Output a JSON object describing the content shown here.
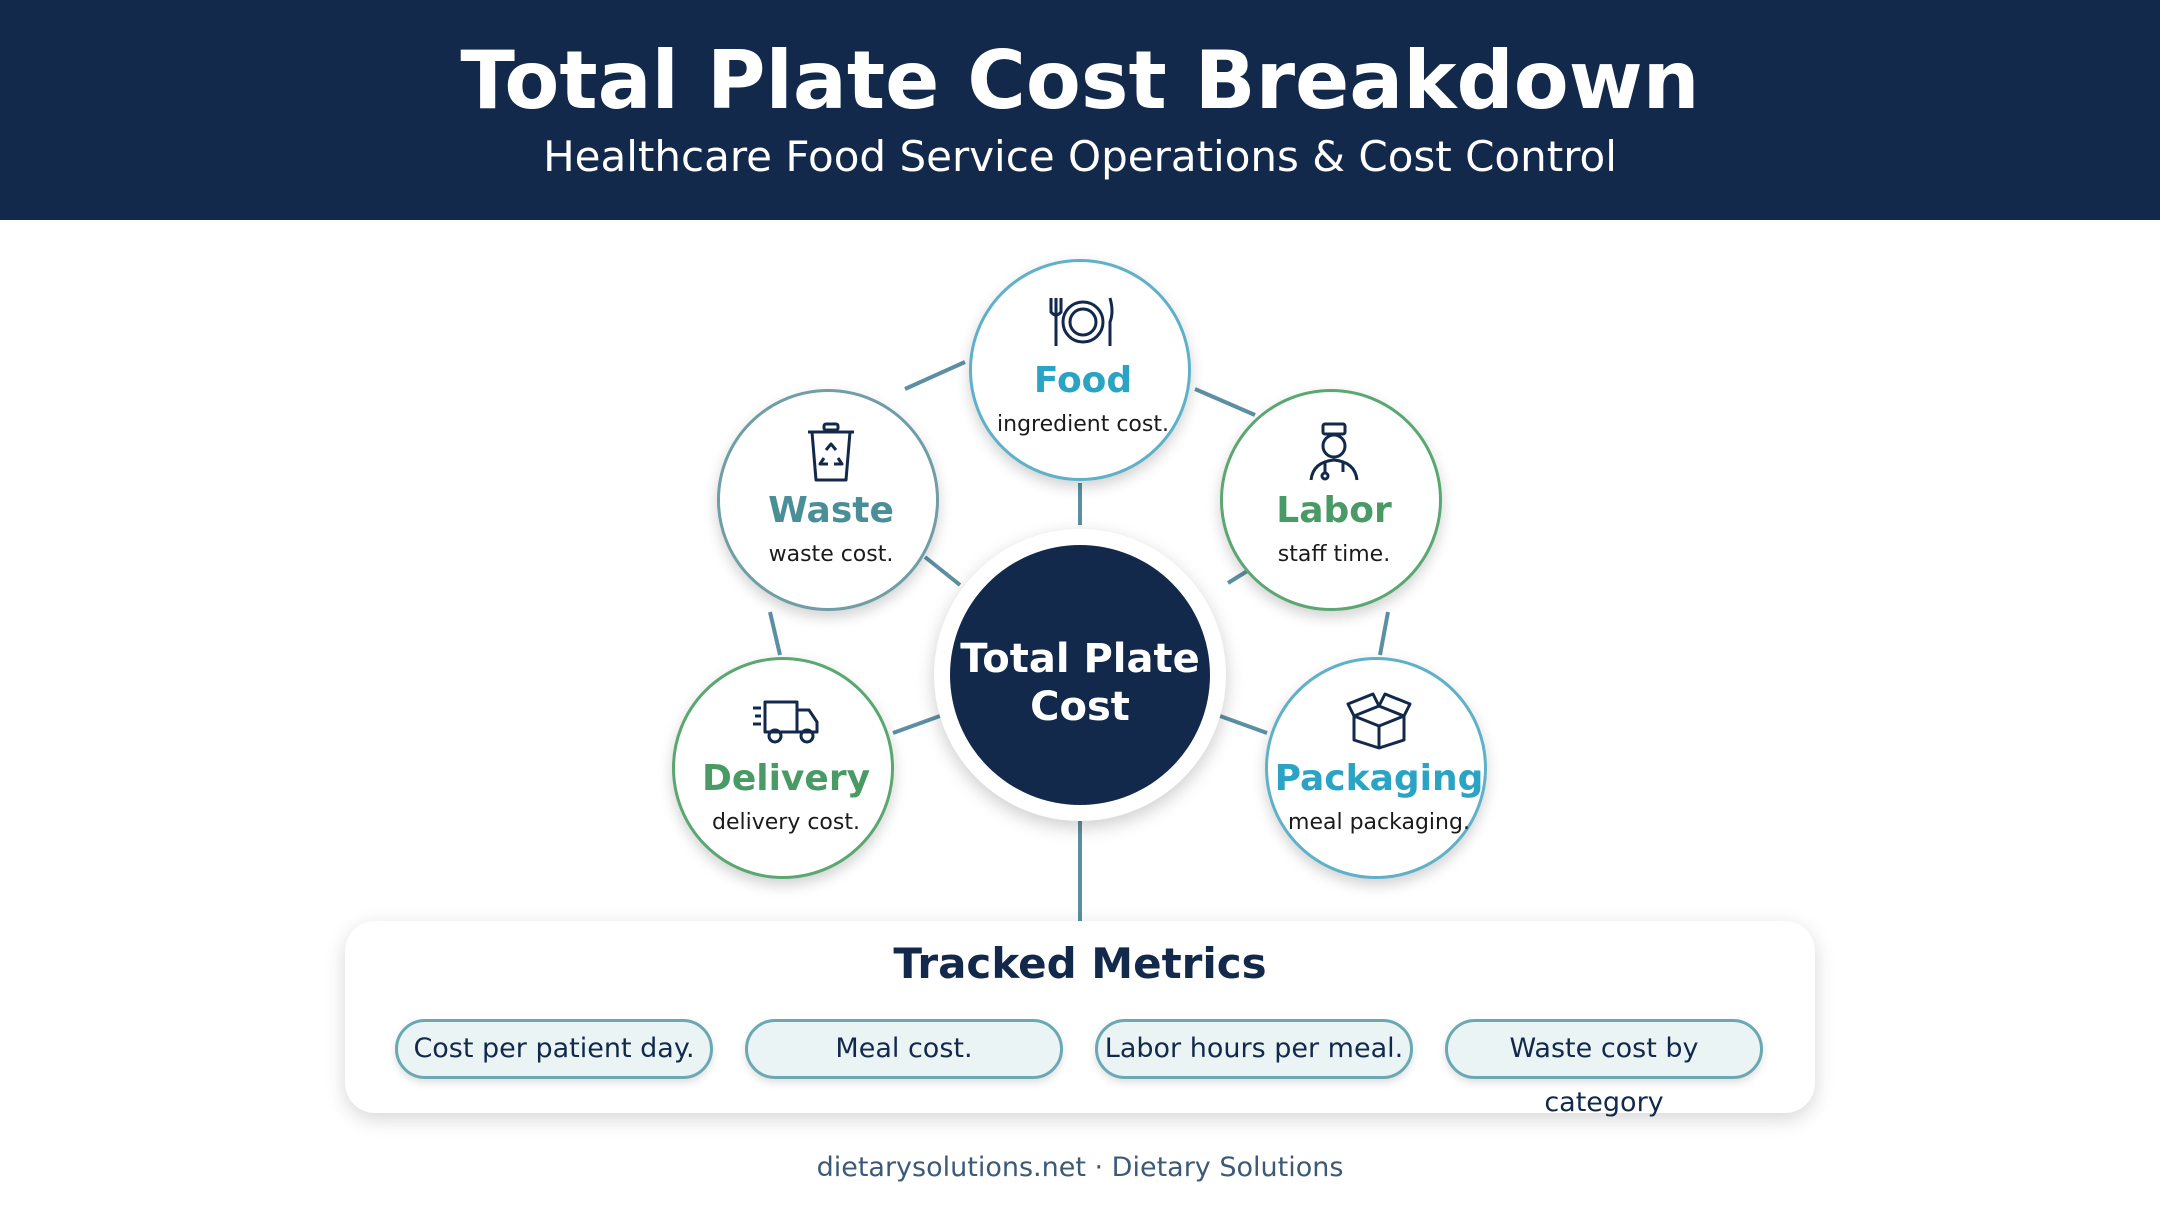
{
  "header": {
    "title": "Total Plate Cost Breakdown",
    "subtitle": "Healthcare Food Service Operations & Cost Control"
  },
  "center": {
    "line1": "Total Plate",
    "line2": "Cost"
  },
  "nodes": {
    "food": {
      "label": "Food",
      "desc": "ingredient cost.",
      "icon": "plate-cutlery-icon",
      "color": "#2aa3c4"
    },
    "labor": {
      "label": "Labor",
      "desc": "staff time.",
      "icon": "nurse-icon",
      "color": "#4a9a66"
    },
    "packaging": {
      "label": "Packaging",
      "desc": "meal packaging.",
      "icon": "box-icon",
      "color": "#2aa3c4"
    },
    "delivery": {
      "label": "Delivery",
      "desc": "delivery cost.",
      "icon": "truck-icon",
      "color": "#4a9a66"
    },
    "waste": {
      "label": "Waste",
      "desc": "waste cost.",
      "icon": "recycle-bin-icon",
      "color": "#4a8f97"
    }
  },
  "metrics": {
    "title": "Tracked Metrics",
    "items": [
      "Cost per patient day.",
      "Meal cost.",
      "Labor hours per meal.",
      "Waste cost by category"
    ]
  },
  "footer": "dietarysolutions.net · Dietary Solutions",
  "colors": {
    "navy": "#13294b",
    "teal": "#2aa3c4",
    "green": "#4a9a66"
  }
}
